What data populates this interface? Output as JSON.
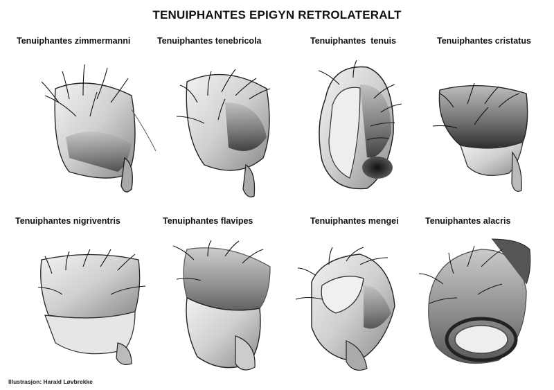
{
  "title": "TENUIPHANTES EPIGYN RETROLATERALT",
  "credit": "Illustrasjon: Harald Løvbrekke",
  "species": [
    {
      "name": "Tenuiphantes zimmermanni"
    },
    {
      "name": "Tenuiphantes tenebricola"
    },
    {
      "name": "Tenuiphantes  tenuis"
    },
    {
      "name": "Tenuiphantes cristatus"
    },
    {
      "name": "Tenuiphantes nigriventris"
    },
    {
      "name": "Tenuiphantes flavipes"
    },
    {
      "name": "Tenuiphantes mengei"
    },
    {
      "name": "Tenuiphantes alacris"
    }
  ]
}
